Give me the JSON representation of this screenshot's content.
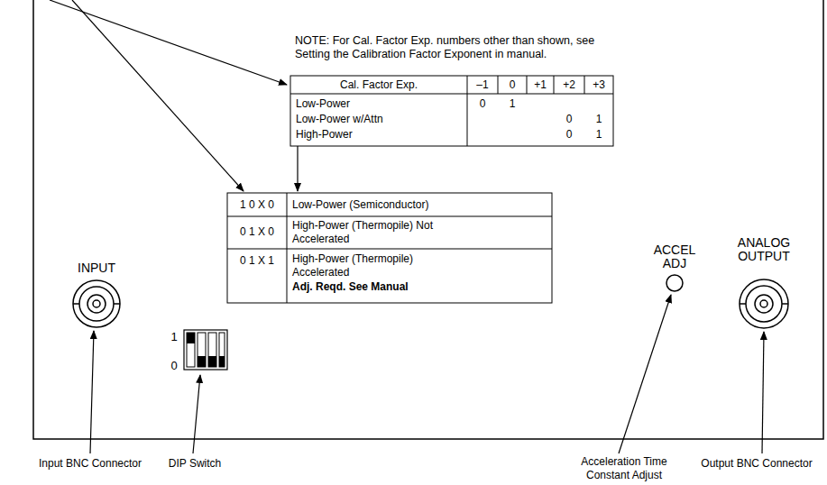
{
  "diagram": {
    "labels": [
      "NOTE: For Cal. Factor Exp. numbers other than shown, see Setting the Calibration Factor Exponent in manual.",
      "Cal. Factor Exp.",
      "–1",
      "0",
      "+1",
      "+2",
      "+3",
      "Low-Power",
      "0",
      "1",
      "Low-Power w/Attn",
      "0",
      "1",
      "High-Power",
      "0",
      "1",
      "1 0 X 0",
      "Low-Power (Semiconductor)",
      "0 1 X 0",
      "High-Power (Thermopile) Not Accelerated",
      "0 1 X 1",
      "High-Power (Thermopile) Accelerated",
      "Adj. Reqd. See Manual",
      "INPUT",
      "ACCEL ADJ",
      "ANALOG OUTPUT",
      "1",
      "0",
      "Input BNC Connector",
      "DIP Switch",
      "Acceleration Time Constant Adjust",
      "Output BNC Connector"
    ]
  }
}
